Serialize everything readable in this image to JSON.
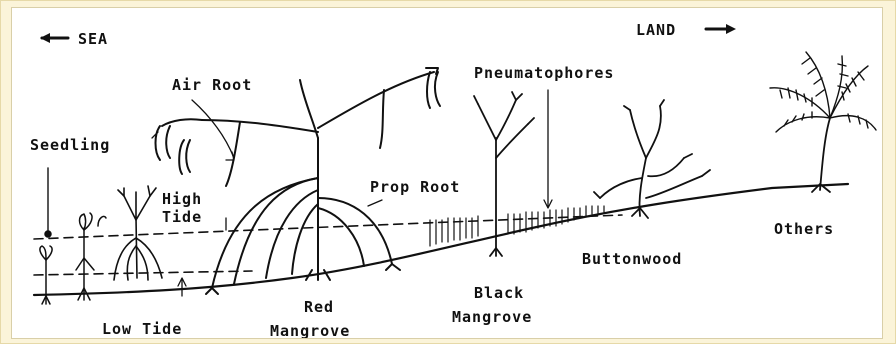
{
  "labels": {
    "sea": "SEA",
    "land": "LAND",
    "air_root": "Air Root",
    "seedling": "Seedling",
    "pneumatophores": "Pneumatophores",
    "high_tide_line1": "High",
    "high_tide_line2": "Tide",
    "prop_root": "Prop Root",
    "others": "Others",
    "buttonwood": "Buttonwood",
    "black_mangrove_line1": "Black",
    "black_mangrove_line2": "Mangrove",
    "red_mangrove_line1": "Red",
    "red_mangrove_line2": "Mangrove",
    "low_tide": "Low Tide"
  },
  "colors": {
    "ink": "#111111",
    "paper": "#ffffff",
    "background": "#fbf4d9"
  }
}
